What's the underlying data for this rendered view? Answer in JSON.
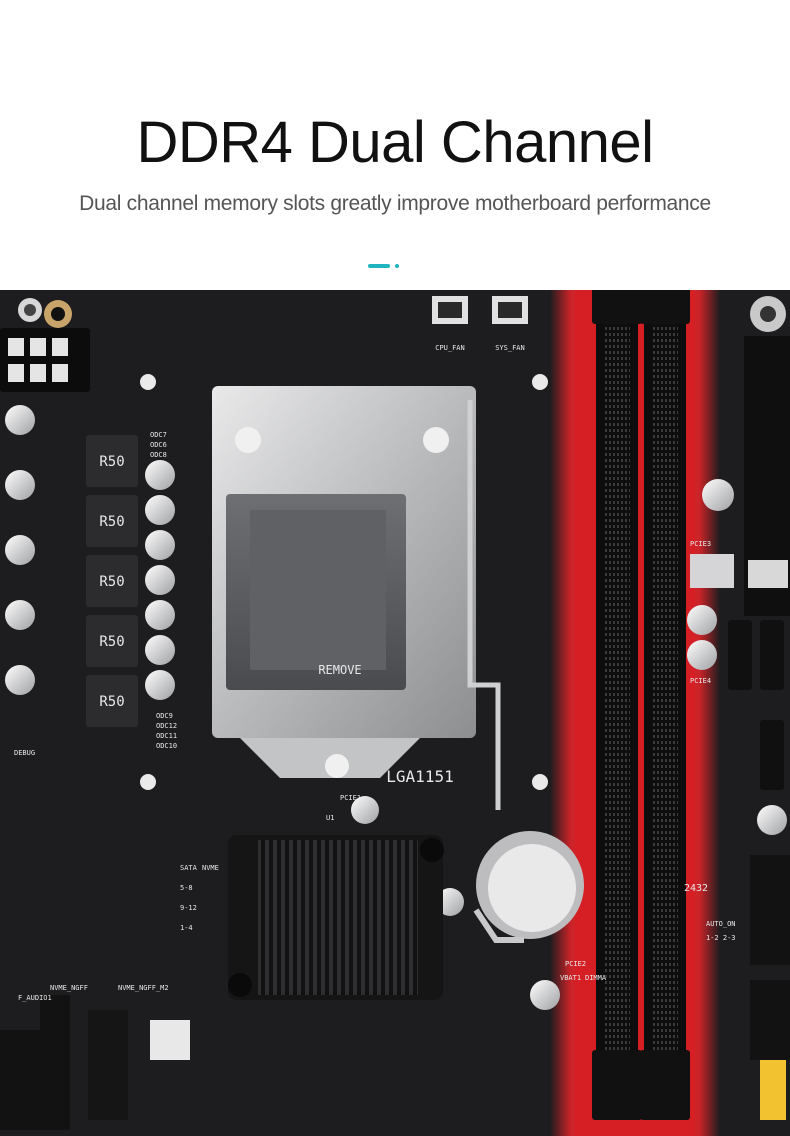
{
  "title": "DDR4 Dual Channel",
  "subtitle": "Dual channel memory slots greatly improve motherboard performance",
  "colors": {
    "accent": "#1fb5c0",
    "board": "#1b1b1d",
    "glow": "#e8242a",
    "silkscreen": "#e8e8e8"
  },
  "board": {
    "socket_label": "LGA1151",
    "cover_label": "REMOVE",
    "labels": {
      "cpu_fan": "CPU_FAN",
      "sys_fan": "SYS_FAN",
      "u1": "U1",
      "vbat": "VBAT1",
      "dimm": "DIMMA",
      "pcie1": "PCIE1",
      "pcie2": "PCIE2",
      "pcie3": "PCIE3",
      "pcie4": "PCIE4",
      "nvme_ngff": "NVME_NGFF",
      "nvme_ngff_m2": "NVME_NGFF_M2",
      "f_audio": "F_AUDIO1",
      "sata": "SATA",
      "nvme": "NVME",
      "debug": "DEBUG",
      "auto_on": "AUTO_ON",
      "jumper": "1-2 2-3",
      "serial": "2432"
    },
    "inductor_mark": "R50",
    "capacitor_groups": {
      "upper": [
        "ODC7",
        "ODC6",
        "ODC8"
      ],
      "lower": [
        "ODC9",
        "ODC12",
        "ODC11",
        "ODC10"
      ]
    },
    "sata_rows": [
      "5-8",
      "9-12",
      "1-4"
    ]
  }
}
